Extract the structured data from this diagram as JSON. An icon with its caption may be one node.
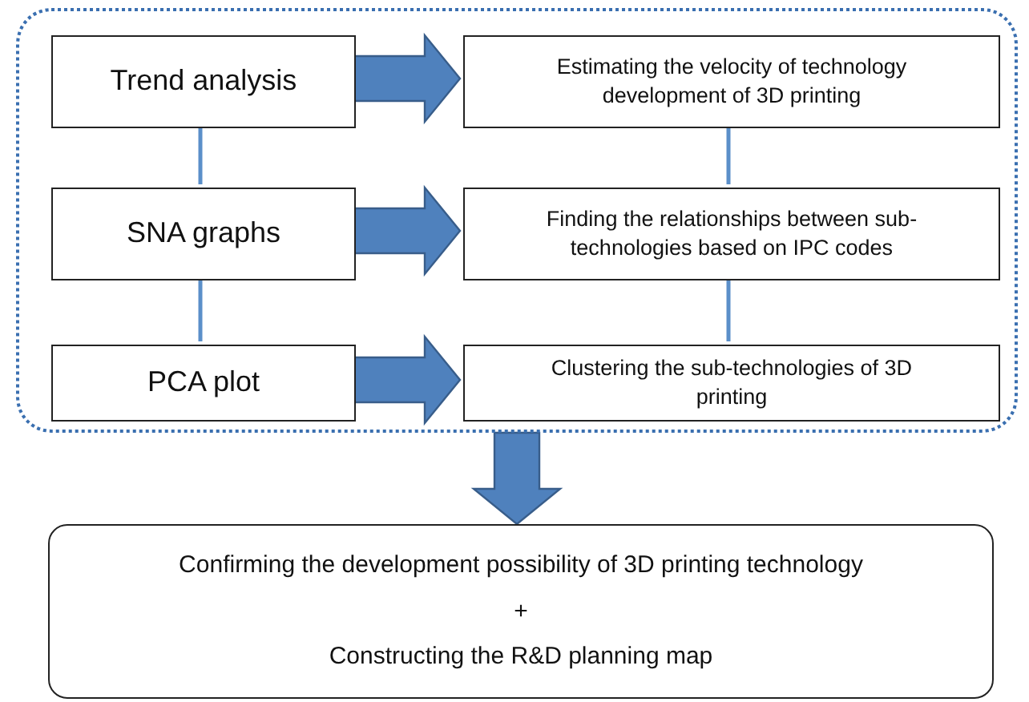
{
  "diagram": {
    "nodes": [
      {
        "text": [],
        "shape": "box"
      },
      {
        "text": [
          "Trend analysis"
        ],
        "in": 0
      },
      {
        "text": [
          "Estimating the velocity of technology development of 3D printing"
        ],
        "in": 0
      },
      {
        "text": [
          "SNA graphs"
        ],
        "in": 0
      },
      {
        "text": [
          "Finding the relationships between sub-technologies based on IPC codes"
        ],
        "in": 0
      },
      {
        "text": [
          "PCA plot"
        ],
        "in": 0
      },
      {
        "text": [
          "Clustering the sub-technologies of 3D printing"
        ],
        "in": 0
      },
      {
        "text": [
          "Confirming the development possibility of 3D printing technology",
          "+",
          "Constructing the R&D planning map"
        ]
      }
    ],
    "edges": [
      {
        "from": 1,
        "to": 2,
        "arrow": "to",
        "style": "thick"
      },
      {
        "from": 3,
        "to": 4,
        "arrow": "to",
        "style": "thick"
      },
      {
        "from": 5,
        "to": 6,
        "arrow": "to",
        "style": "thick"
      },
      {
        "from": 1,
        "to": 3,
        "arrow": "none"
      },
      {
        "from": 3,
        "to": 5,
        "arrow": "none"
      },
      {
        "from": 2,
        "to": 4,
        "arrow": "none"
      },
      {
        "from": 4,
        "to": 6,
        "arrow": "none"
      },
      {
        "from": 0,
        "to": 7,
        "arrow": "to",
        "style": "thick"
      }
    ]
  }
}
